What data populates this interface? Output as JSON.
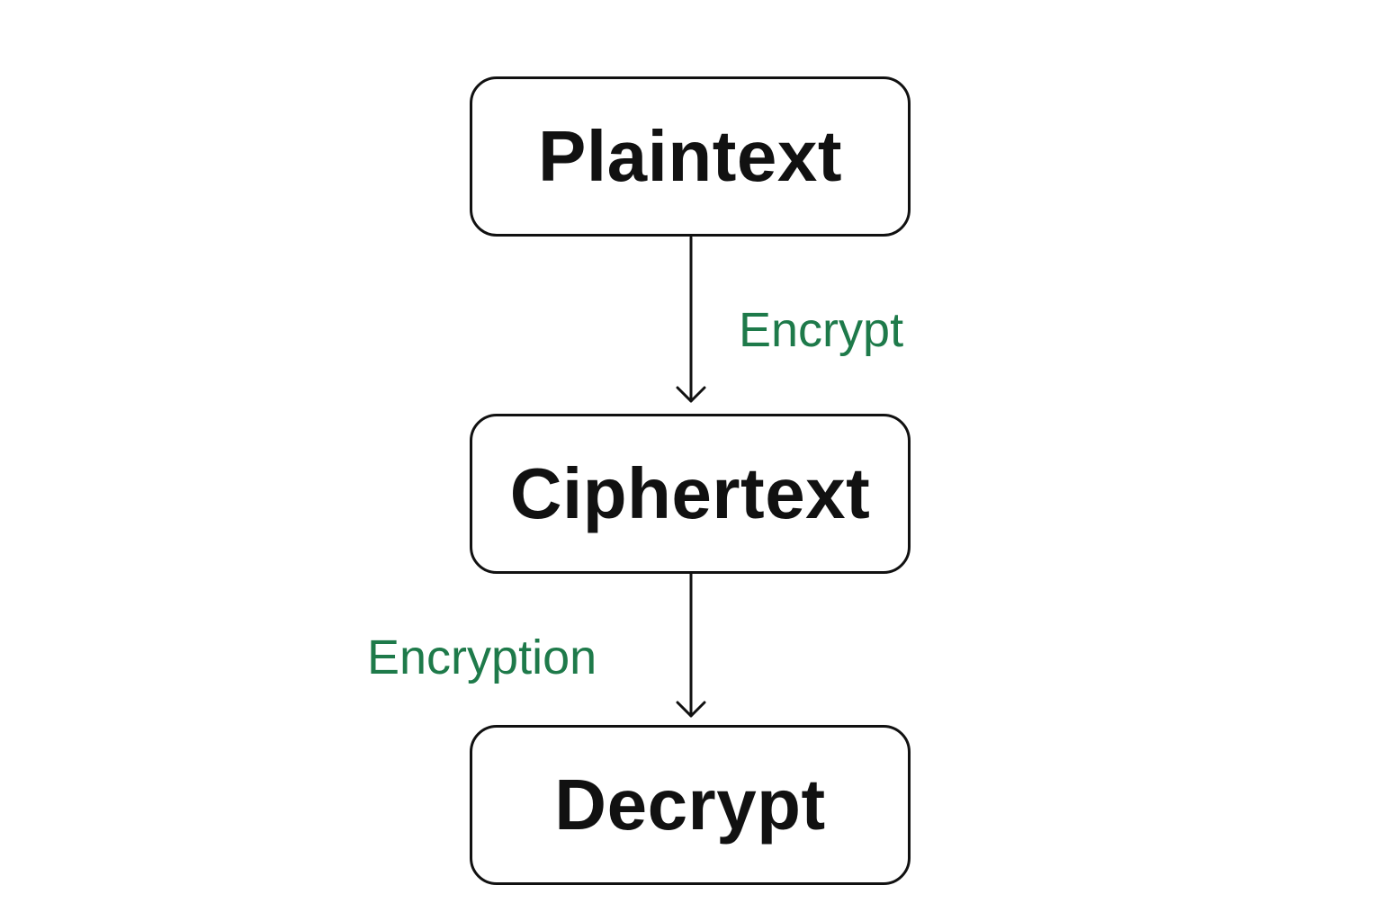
{
  "diagram": {
    "nodes": [
      {
        "id": "plaintext",
        "label": "Plaintext"
      },
      {
        "id": "ciphertext",
        "label": "Ciphertext"
      },
      {
        "id": "decrypt",
        "label": "Decrypt"
      }
    ],
    "edges": [
      {
        "from": "plaintext",
        "to": "ciphertext",
        "label": "Encrypt"
      },
      {
        "from": "ciphertext",
        "to": "decrypt",
        "label": "Encryption"
      }
    ]
  },
  "colors": {
    "edge_label": "#1e7a4a",
    "node_border": "#111111",
    "node_text": "#111111",
    "connector": "#111111",
    "background": "#ffffff"
  }
}
